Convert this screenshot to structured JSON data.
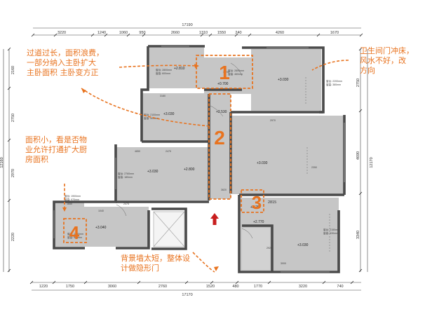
{
  "colors": {
    "wall": "#4a4a4a",
    "floor": "#c6c6c6",
    "accent": "#e8731f",
    "arrow": "#c81e1e",
    "dim": "#333333"
  },
  "top_dims": {
    "total": "17190",
    "segments": [
      "3220",
      "1240",
      "1060",
      "950",
      "2660",
      "1310",
      "1550",
      "240",
      "4260",
      "1670"
    ]
  },
  "bottom_dims": {
    "total": "17170",
    "segments": [
      "1220",
      "1750",
      "3060",
      "2760",
      "1520",
      "480",
      "1770",
      "3220",
      "740"
    ]
  },
  "left_dims": {
    "total": "12160",
    "segments": [
      "2160",
      "2750",
      "2970",
      "2220"
    ]
  },
  "right_dims": {
    "total": "12170",
    "segments": [
      "2750",
      "4690",
      "3340"
    ]
  },
  "inner_dims": [
    "3.705",
    "2970",
    "3180",
    "2475",
    "4850",
    "2815",
    "3000",
    "2475",
    "3620",
    "1650",
    "1040",
    "2920",
    "2350"
  ],
  "levels": [
    "+2.810",
    "+3.030",
    "+3.030",
    "+2.530",
    "+3.030",
    "+2.800",
    "+3.030",
    "+3.040",
    "+2.770",
    "+3.030",
    "+2.20",
    "+0.700"
  ],
  "room_specs": [
    "窗台: 2800mm",
    "窗高: 600mm",
    "窗台: 2200mm",
    "窗高: 380mm",
    "窗台: 2800mm",
    "窗高: 460mm",
    "窗台: 2100mm",
    "窗高: 400mm",
    "窗台: 2760mm",
    "窗高: 180mm",
    "窗台: 1900mm",
    "窗高: 970mm",
    "窗台: 2150mm",
    "窗高: 630mm",
    "窗台: 1850mm",
    "窗高: 500mm"
  ],
  "markers": [
    "1",
    "2",
    "3",
    "4"
  ],
  "annotations": {
    "note1": [
      "过道过长，面积浪费，",
      "一部分纳入主卧扩大",
      "主卧面积  主卧变方正"
    ],
    "note2": [
      "卫生间门冲床，",
      "风水不好，改",
      "方向"
    ],
    "note3": [
      "面积小，看是否物",
      "业允许打通扩大厨",
      "房面积"
    ],
    "note4": [
      "背景墙太短，整体设",
      "计做隐形门"
    ]
  }
}
